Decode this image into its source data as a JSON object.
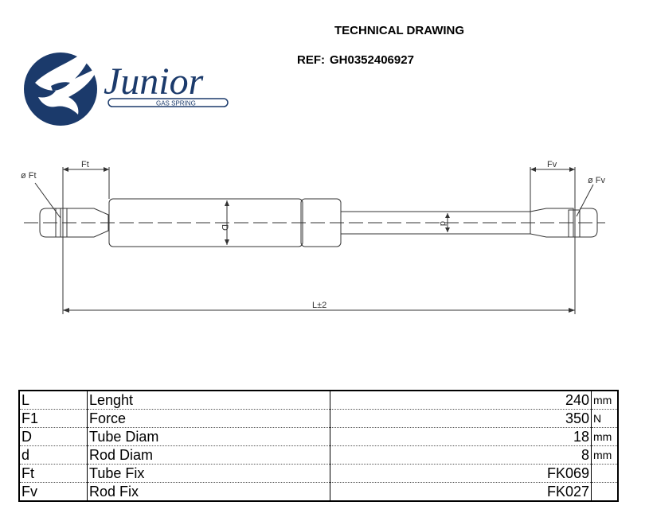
{
  "header": {
    "title": "TECHNICAL DRAWING",
    "ref_label": "REF:",
    "ref_value": "GH0352406927"
  },
  "logo": {
    "brand": "Junior",
    "tagline": "GAS SPRING",
    "colors": {
      "navy": "#1b3a6b"
    }
  },
  "drawing": {
    "labels": {
      "tube_fix_diam": "ø Ft",
      "rod_fix_diam": "ø Fv",
      "tube_fix": "Ft",
      "rod_fix": "Fv",
      "tube_diam": "D",
      "rod_diam": "d",
      "length": "L±2"
    }
  },
  "specs": {
    "rows": [
      {
        "symbol": "L",
        "name": "Lenght",
        "value": "240",
        "unit": "mm"
      },
      {
        "symbol": "F1",
        "name": "Force",
        "value": "350",
        "unit": "N"
      },
      {
        "symbol": "D",
        "name": "Tube Diam",
        "value": "18",
        "unit": "mm"
      },
      {
        "symbol": "d",
        "name": "Rod Diam",
        "value": "8",
        "unit": "mm"
      },
      {
        "symbol": "Ft",
        "name": "Tube Fix",
        "value": "FK069",
        "unit": ""
      },
      {
        "symbol": "Fv",
        "name": "Rod Fix",
        "value": "FK027",
        "unit": ""
      }
    ]
  }
}
